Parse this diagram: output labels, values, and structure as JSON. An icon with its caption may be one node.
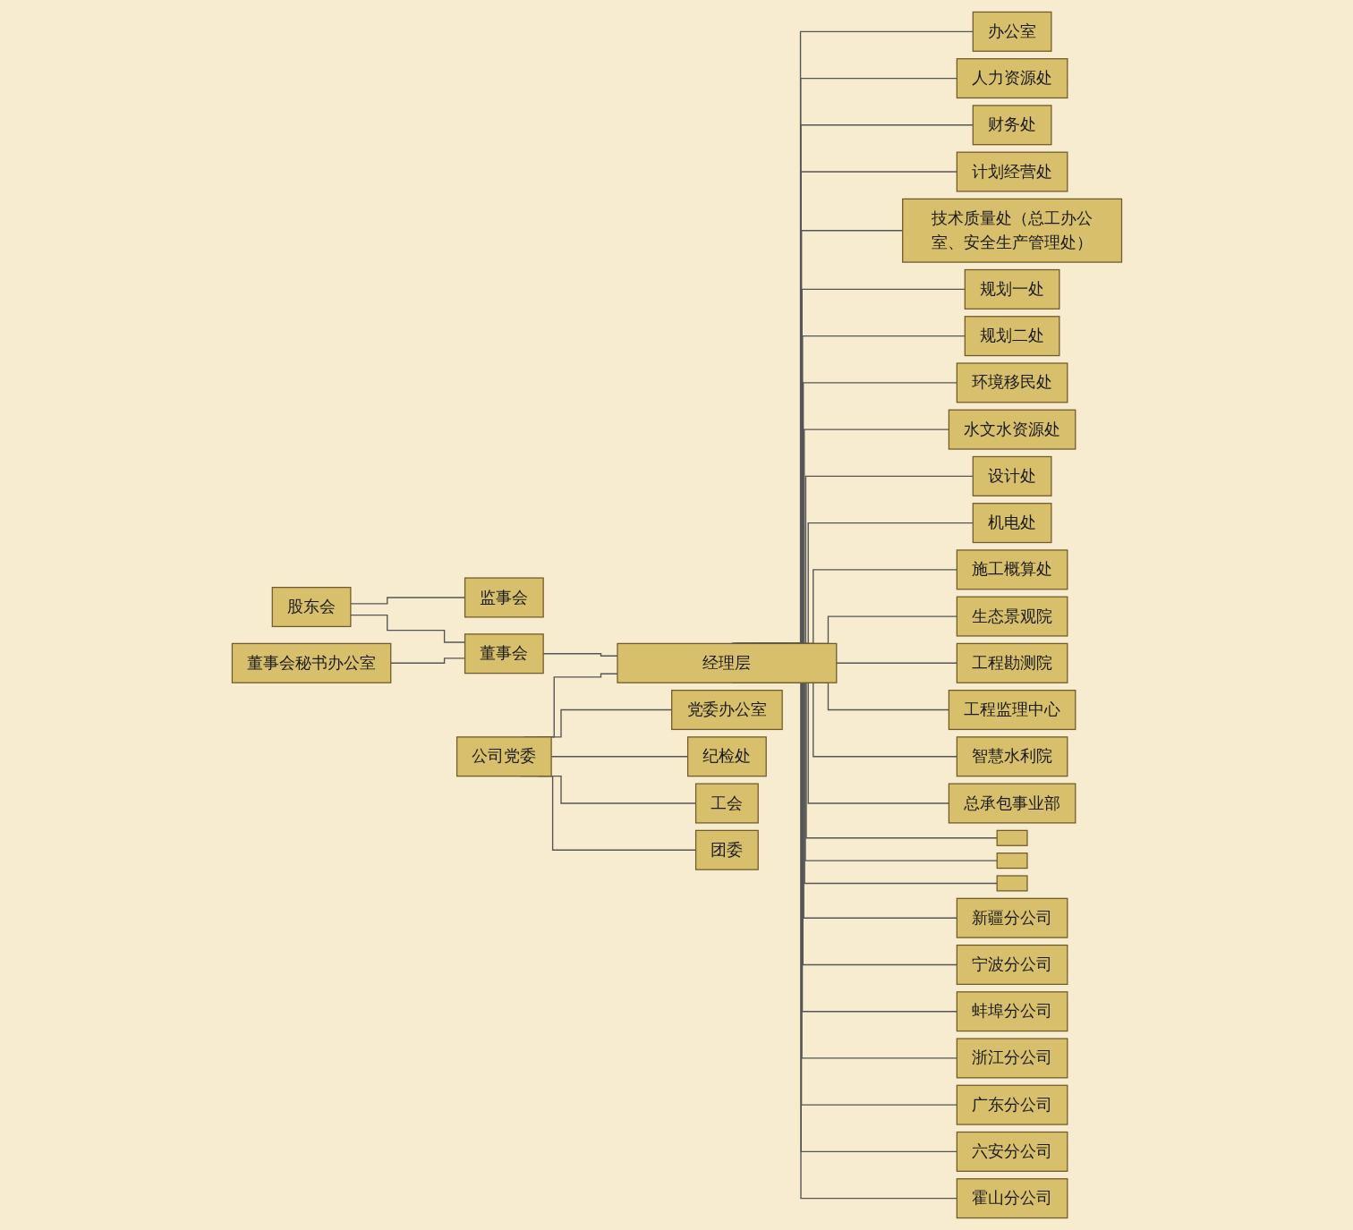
{
  "diagram": {
    "nodes": [
      {
        "text": [
          "股东会"
        ]
      },
      {
        "text": [
          "监事会"
        ]
      },
      {
        "text": [
          "公司党委"
        ]
      },
      {
        "text": [
          "董事会"
        ]
      },
      {
        "text": [
          "董事会秘书办公室"
        ]
      },
      {
        "text": [
          "经理层"
        ]
      },
      {
        "text": [
          "党委办公室"
        ]
      },
      {
        "text": [
          "纪检处"
        ]
      },
      {
        "text": [
          "工会"
        ]
      },
      {
        "text": [
          "团委"
        ]
      },
      {
        "text": [
          "办公室"
        ]
      },
      {
        "text": [
          "人力资源处"
        ]
      },
      {
        "text": [
          "财务处"
        ]
      },
      {
        "text": [
          "计划经营处"
        ]
      },
      {
        "text": [
          "技术质量处（总工办公室、安全生产管理处）"
        ]
      },
      {
        "text": [
          "规划一处"
        ]
      },
      {
        "text": [
          "规划二处"
        ]
      },
      {
        "text": [
          "环境移民处"
        ]
      },
      {
        "text": [
          "水文水资源处"
        ]
      },
      {
        "text": [
          "设计处"
        ]
      },
      {
        "text": [
          "机电处"
        ]
      },
      {
        "text": [
          "施工概算处"
        ]
      },
      {
        "text": [
          "生态景观院"
        ]
      },
      {
        "text": [
          "工程勘测院"
        ]
      },
      {
        "text": [
          "工程监理中心"
        ]
      },
      {
        "text": [
          "智慧水利院"
        ]
      },
      {
        "text": [
          "总承包事业部"
        ]
      },
      {
        "text": [],
        "shape": "box"
      },
      {
        "text": [],
        "shape": "box"
      },
      {
        "text": [],
        "shape": "box"
      },
      {
        "text": [
          "新疆分公司"
        ]
      },
      {
        "text": [
          "宁波分公司"
        ]
      },
      {
        "text": [
          "蚌埠分公司"
        ]
      },
      {
        "text": [
          "浙江分公司"
        ]
      },
      {
        "text": [
          "广东分公司"
        ]
      },
      {
        "text": [
          "六安分公司"
        ]
      },
      {
        "text": [
          "霍山分公司"
        ]
      }
    ],
    "edges": [
      {
        "from": 0,
        "to": 3,
        "arrow": "none"
      },
      {
        "from": 0,
        "to": 1,
        "arrow": "none"
      },
      {
        "from": 4,
        "to": 3,
        "arrow": "none"
      },
      {
        "from": 3,
        "to": 5,
        "arrow": "none"
      },
      {
        "from": 2,
        "to": 5,
        "arrow": "none"
      },
      {
        "from": 2,
        "to": 6,
        "arrow": "none"
      },
      {
        "from": 2,
        "to": 7,
        "arrow": "none"
      },
      {
        "from": 2,
        "to": 8,
        "arrow": "none"
      },
      {
        "from": 2,
        "to": 9,
        "arrow": "none"
      },
      {
        "from": 5,
        "to": 10,
        "arrow": "none"
      },
      {
        "from": 5,
        "to": 11,
        "arrow": "none"
      },
      {
        "from": 5,
        "to": 12,
        "arrow": "none"
      },
      {
        "from": 5,
        "to": 13,
        "arrow": "none"
      },
      {
        "from": 5,
        "to": 14,
        "arrow": "none"
      },
      {
        "from": 5,
        "to": 15,
        "arrow": "none"
      },
      {
        "from": 5,
        "to": 16,
        "arrow": "none"
      },
      {
        "from": 5,
        "to": 17,
        "arrow": "none"
      },
      {
        "from": 5,
        "to": 18,
        "arrow": "none"
      },
      {
        "from": 5,
        "to": 19,
        "arrow": "none"
      },
      {
        "from": 5,
        "to": 20,
        "arrow": "none"
      },
      {
        "from": 5,
        "to": 21,
        "arrow": "none"
      },
      {
        "from": 5,
        "to": 22,
        "arrow": "none"
      },
      {
        "from": 5,
        "to": 23,
        "arrow": "none"
      },
      {
        "from": 5,
        "to": 24,
        "arrow": "none"
      },
      {
        "from": 5,
        "to": 25,
        "arrow": "none"
      },
      {
        "from": 5,
        "to": 26,
        "arrow": "none"
      },
      {
        "from": 5,
        "to": 27,
        "arrow": "none"
      },
      {
        "from": 5,
        "to": 28,
        "arrow": "none"
      },
      {
        "from": 5,
        "to": 29,
        "arrow": "none"
      },
      {
        "from": 5,
        "to": 30,
        "arrow": "none"
      },
      {
        "from": 5,
        "to": 31,
        "arrow": "none"
      },
      {
        "from": 5,
        "to": 32,
        "arrow": "none"
      },
      {
        "from": 5,
        "to": 33,
        "arrow": "none"
      },
      {
        "from": 5,
        "to": 34,
        "arrow": "none"
      },
      {
        "from": 5,
        "to": 35,
        "arrow": "none"
      },
      {
        "from": 5,
        "to": 36,
        "arrow": "none"
      }
    ]
  }
}
